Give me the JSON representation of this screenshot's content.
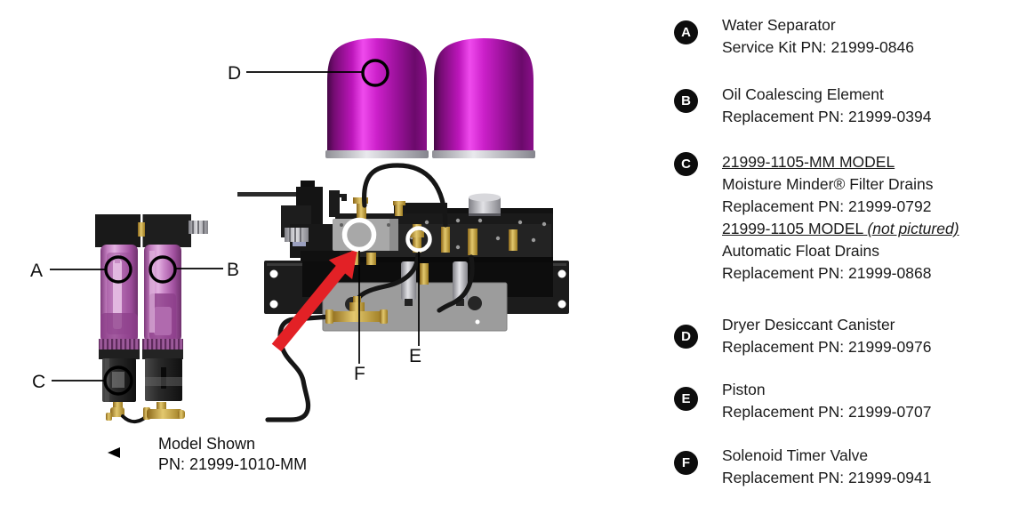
{
  "page": {
    "background": "#FFFFFF"
  },
  "diagram": {
    "callout_labels": {
      "a": "A",
      "b": "B",
      "c": "C",
      "d": "D",
      "e": "E",
      "f": "F"
    },
    "model_shown": {
      "line1": "Model Shown",
      "line2": "PN: 21999-1010-MM",
      "marker_icon": "left-triangle-icon"
    },
    "colors": {
      "canister_purple": "#C51FC3",
      "bowl_purple": "#C37FC0",
      "arrow_red": "#E32126",
      "brass": "#C9A43E",
      "metal_silver": "#C8C8C8",
      "body_black": "#171717"
    }
  },
  "legend": {
    "a": {
      "badge": "A",
      "line1": "Water Separator",
      "line2": "Service Kit PN: 21999-0846"
    },
    "b": {
      "badge": "B",
      "line1": "Oil Coalescing Element",
      "line2": "Replacement PN: 21999-0394"
    },
    "c": {
      "badge": "C",
      "model1": "21999-1105-MM MODEL",
      "line1": "Moisture Minder® Filter Drains",
      "line2": "Replacement PN: 21999-0792",
      "model2": "21999-1105 MODEL ",
      "model2_note": "(not pictured)",
      "line3": "Automatic Float Drains",
      "line4": "Replacement PN: 21999-0868"
    },
    "d": {
      "badge": "D",
      "line1": "Dryer Desiccant Canister",
      "line2": "Replacement PN: 21999-0976"
    },
    "e": {
      "badge": "E",
      "line1": "Piston",
      "line2": "Replacement PN: 21999-0707"
    },
    "f": {
      "badge": "F",
      "line1": "Solenoid Timer Valve",
      "line2": "Replacement PN: 21999-0941"
    }
  }
}
